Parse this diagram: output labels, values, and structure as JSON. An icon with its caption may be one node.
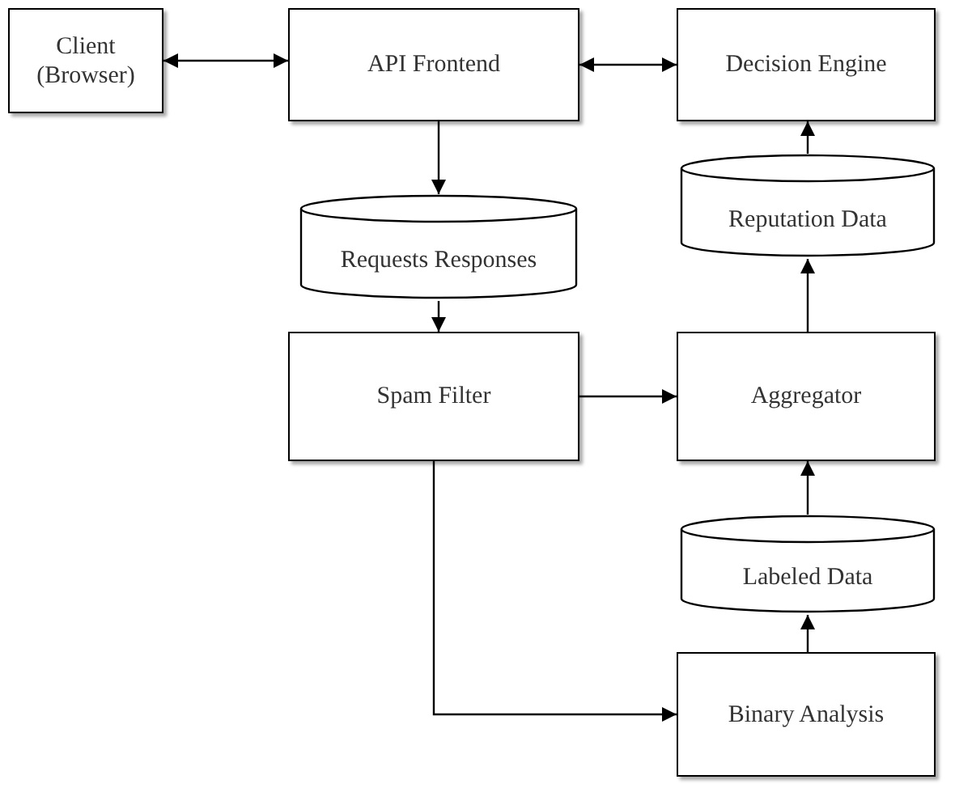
{
  "diagram": {
    "nodes": [
      {
        "text": [
          "Client (Browser)"
        ]
      },
      {
        "text": [
          "API Frontend"
        ]
      },
      {
        "text": [
          "Decision Engine"
        ]
      },
      {
        "text": [
          "Requests Responses"
        ]
      },
      {
        "text": [
          "Reputation Data"
        ]
      },
      {
        "text": [
          "Spam Filter"
        ]
      },
      {
        "text": [
          "Aggregator"
        ]
      },
      {
        "text": [
          "Labeled Data"
        ]
      },
      {
        "text": [
          "Binary Analysis"
        ]
      }
    ],
    "edges": [
      {
        "from": 0,
        "to": 1,
        "arrow": "both"
      },
      {
        "from": 1,
        "to": 2,
        "arrow": "both"
      },
      {
        "from": 1,
        "to": 3,
        "arrow": "to"
      },
      {
        "from": 3,
        "to": 5,
        "arrow": "to"
      },
      {
        "from": 5,
        "to": 6,
        "arrow": "to"
      },
      {
        "from": 5,
        "to": 8,
        "arrow": "to"
      },
      {
        "from": 8,
        "to": 7,
        "arrow": "to"
      },
      {
        "from": 7,
        "to": 6,
        "arrow": "to"
      },
      {
        "from": 6,
        "to": 4,
        "arrow": "to"
      },
      {
        "from": 4,
        "to": 2,
        "arrow": "to"
      }
    ]
  }
}
